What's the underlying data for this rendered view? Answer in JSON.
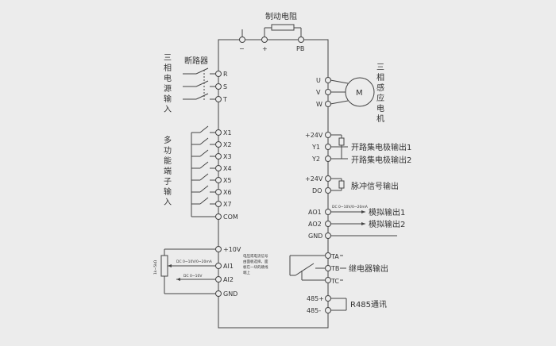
{
  "top": {
    "brake_resistor": "制动电阻",
    "minus": "−",
    "plus": "+",
    "pb": "PB"
  },
  "left": {
    "breaker": "断路器",
    "three_phase_input": [
      "三",
      "相",
      "电",
      "源",
      "输",
      "入"
    ],
    "power_terminals": [
      "R",
      "S",
      "T"
    ],
    "multi_input": [
      "多",
      "功",
      "能",
      "端",
      "子",
      "输",
      "入"
    ],
    "x_terminals": [
      "X1",
      "X2",
      "X3",
      "X4",
      "X5",
      "X6",
      "X7",
      "COM"
    ],
    "analog_terminals": [
      "+10V",
      "AI1",
      "AI2",
      "GND"
    ],
    "ai1_range": "DC 0~10V/0~20mA",
    "ai2_range": "DC 0~10V",
    "pot_label": "1k~5kΩ",
    "analog_note": [
      "电压或电流信号",
      "由面板选择，面",
      "板在一块的跳线",
      "端上"
    ]
  },
  "right": {
    "motor_label": [
      "三",
      "相",
      "感",
      "应",
      "电",
      "机"
    ],
    "motor_terminals": [
      "U",
      "V",
      "W"
    ],
    "motor_symbol": "M",
    "y_terminals": [
      "+24V",
      "Y1",
      "Y2"
    ],
    "y1_out": "开路集电极输出1",
    "y2_out": "开路集电极输出2",
    "pulse_terminals": [
      "+24V",
      "DO"
    ],
    "pulse_out": "脉冲信号输出",
    "ao_terminals": [
      "AO1",
      "AO2",
      "GND"
    ],
    "ao_range": "DC 0~10V/0~20mA",
    "ao1_out": "模拟输出1",
    "ao2_out": "模拟输出2",
    "relay_terminals": [
      "TA",
      "TB",
      "TC"
    ],
    "relay_out": "继电器输出",
    "rs485_terminals": [
      "485+",
      "485-"
    ],
    "rs485": "R485通讯"
  }
}
